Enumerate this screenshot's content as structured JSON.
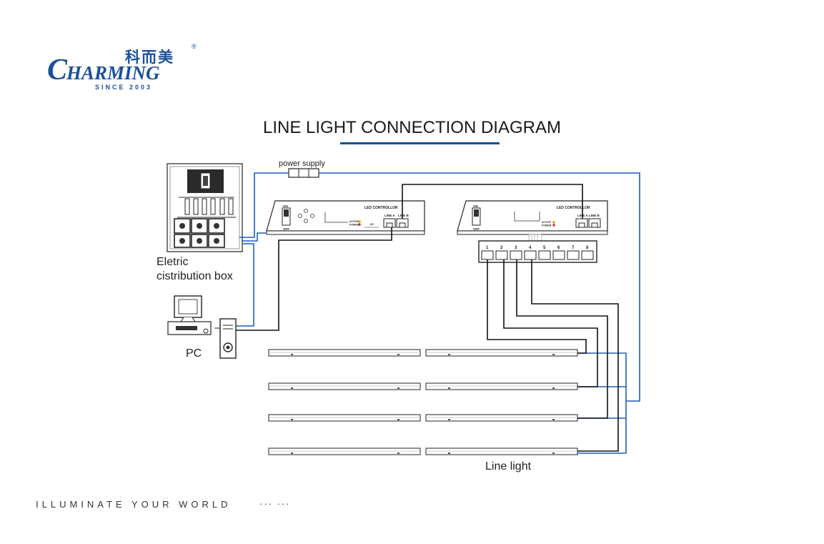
{
  "brand": {
    "chinese_name": "科而美",
    "registered": "®",
    "word_initial": "C",
    "word_rest": "HARMING",
    "since": "SINCE 2003",
    "color": "#1d4f9c"
  },
  "title": "LINE LIGHT CONNECTION DIAGRAM",
  "labels": {
    "power_supply": "power supply",
    "distribution_box_line1": "Eletric",
    "distribution_box_line2": "cistribution box",
    "pc": "PC",
    "line_light": "Line light"
  },
  "controllers": [
    {
      "title": "LED CONTROLLOR",
      "switch_on": "ON",
      "switch_off": "OFF",
      "active": "ACTIVE",
      "power": "POWER",
      "dc": "DC",
      "port_a": "LINE A",
      "port_b": "LINE B"
    },
    {
      "title": "LED CONTROLLOR",
      "switch_on": "ON",
      "switch_off": "OFF",
      "active": "ACTIVE",
      "power": "POWER",
      "port_a": "LINE A",
      "port_b": "LINE B"
    }
  ],
  "splitter_ports": [
    "1",
    "2",
    "3",
    "4",
    "5",
    "6",
    "7",
    "8"
  ],
  "line_light_rows": 4,
  "colors": {
    "wire_blue": "#1d5fb8",
    "wire_black": "#111111",
    "accent": "#1d4f9c"
  },
  "footer": {
    "slogan": "ILLUMINATE YOUR WORLD",
    "dots": "··· ···"
  }
}
